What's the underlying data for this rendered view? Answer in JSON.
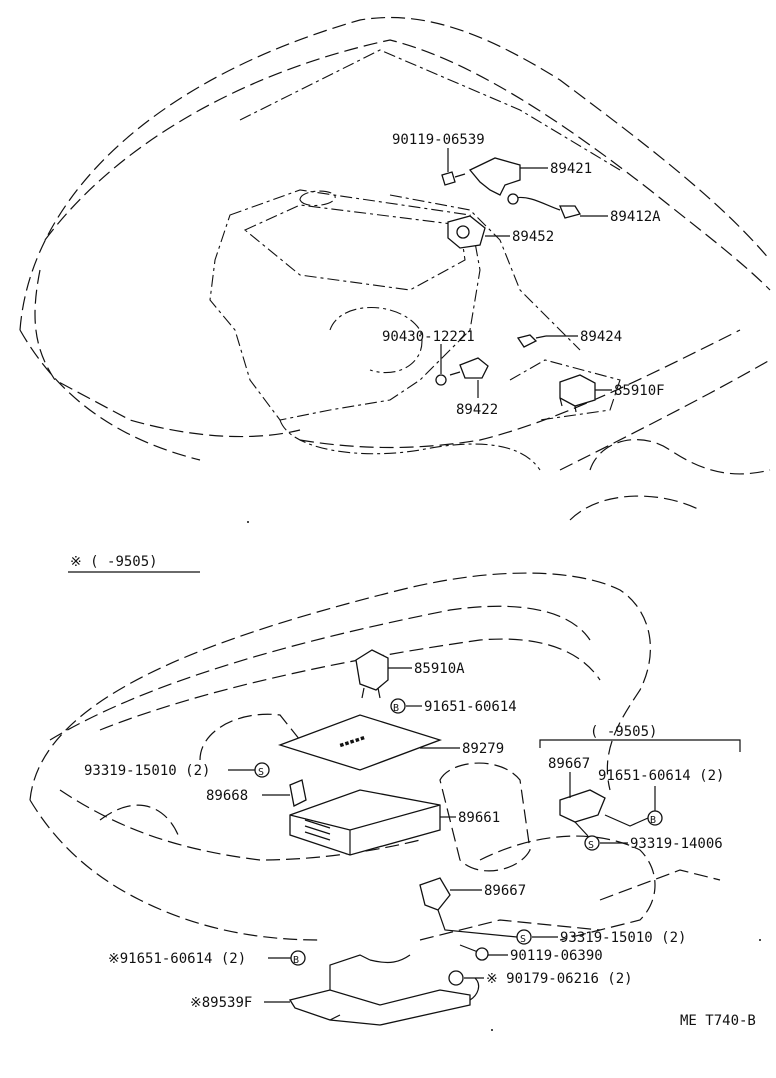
{
  "diagram": {
    "footer_code": "ME  T740-B",
    "section_note": "※ (      -9505)",
    "bracket_note": "(      -9505)",
    "labels": {
      "p90119_06539": "90119-06539",
      "p89421": "89421",
      "p89412A": "89412A",
      "p89452": "89452",
      "p90430_12221": "90430-12221",
      "p89424": "89424",
      "p89422": "89422",
      "p85910F": "85910F",
      "p85910A": "85910A",
      "p91651_60614_a": "91651-60614",
      "p89279": "89279",
      "p93319_15010_a": "93319-15010 (2)",
      "p89668": "89668",
      "p89661": "89661",
      "p89667_a": "89667",
      "p91651_60614_b": "91651-60614 (2)",
      "p93319_14006": "93319-14006",
      "p89667_b": "89667",
      "p93319_15010_b": "93319-15010 (2)",
      "p90119_06390": "90119-06390",
      "p91651_60614_c": "※91651-60614 (2)",
      "p90179_06216": "※ 90179-06216 (2)",
      "p89539F": "※89539F"
    },
    "symbols": {
      "b": "B",
      "s": "S"
    }
  }
}
